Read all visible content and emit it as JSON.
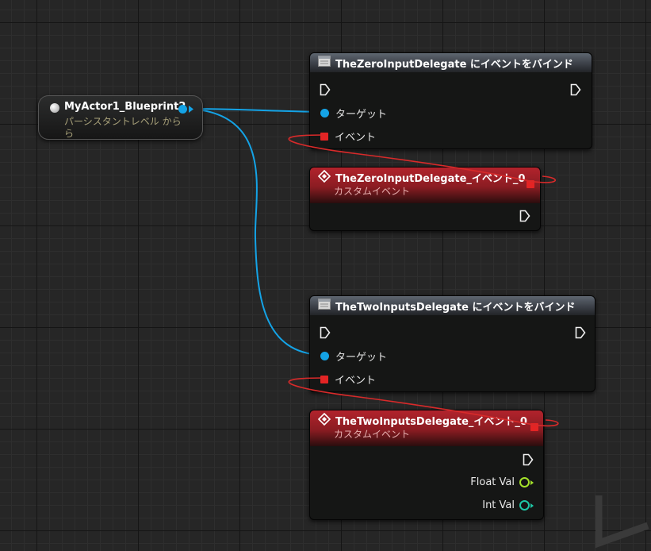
{
  "colors": {
    "object_pin": "#14a3e6",
    "delegate_pin": "#e42424",
    "float_pin": "#a4e22a",
    "int_pin": "#1ec7a6",
    "function_header": "#4a5058",
    "event_header": "#a5212a"
  },
  "actor_node": {
    "title": "MyActor1_Blueprint2",
    "subtitle_line1": "パーシスタントレベル から",
    "subtitle_line2": "ら",
    "icon": "white-sphere-icon"
  },
  "bind_zero": {
    "title": "TheZeroInputDelegate にイベントをバインド",
    "icon": "function-icon",
    "target_label": "ターゲット",
    "event_label": "イベント"
  },
  "event_zero": {
    "title": "TheZeroInputDelegate_イベント_0",
    "subtitle": "カスタムイベント",
    "icon": "event-diamond-icon"
  },
  "bind_two": {
    "title": "TheTwoInputsDelegate にイベントをバインド",
    "icon": "function-icon",
    "target_label": "ターゲット",
    "event_label": "イベント"
  },
  "event_two": {
    "title": "TheTwoInputsDelegate_イベント_0",
    "subtitle": "カスタムイベント",
    "icon": "event-diamond-icon",
    "float_label": "Float Val",
    "int_label": "Int Val"
  }
}
